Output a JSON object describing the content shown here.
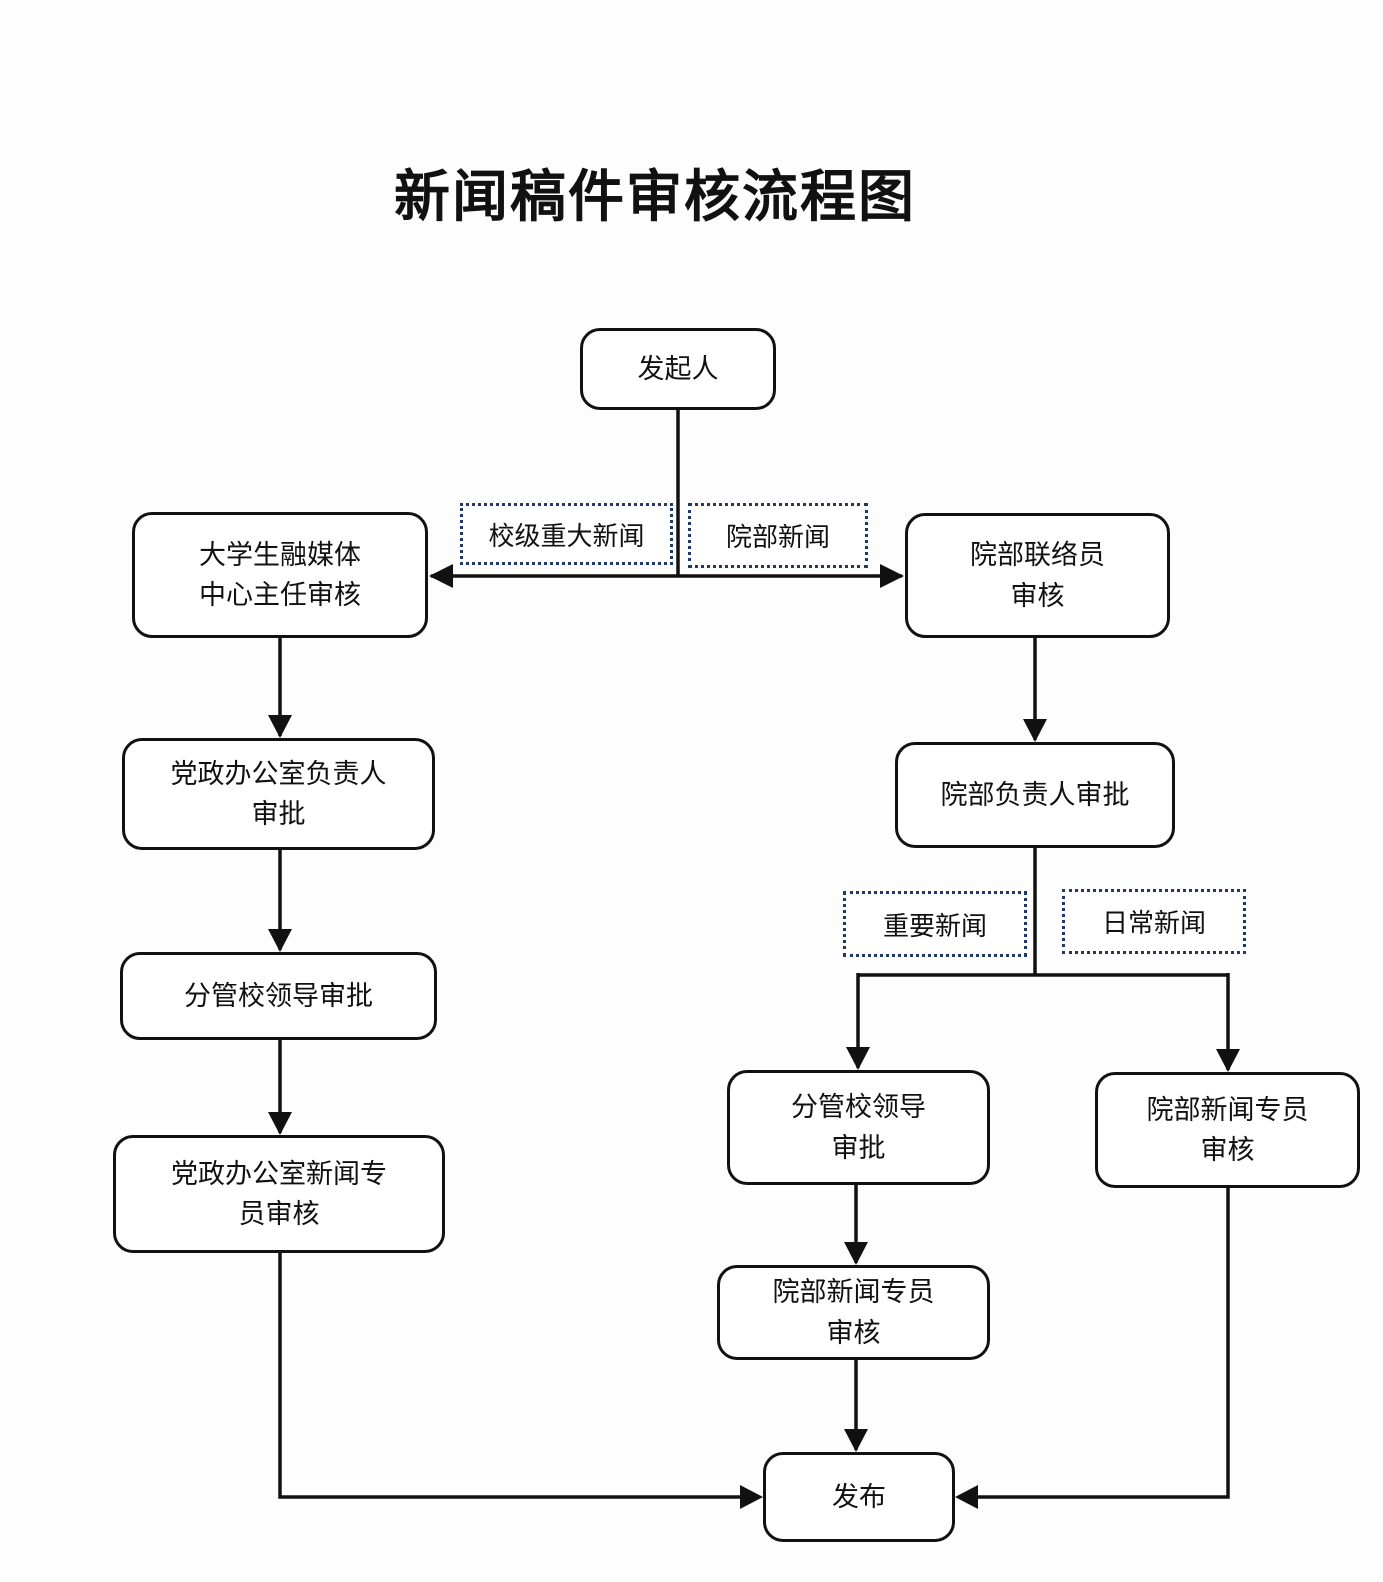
{
  "title": "新闻稿件审核流程图",
  "nodes": [
    {
      "id": "initiator",
      "label": "发起人"
    },
    {
      "id": "media-center-director-review",
      "label": "大学生融媒体\n中心主任审核"
    },
    {
      "id": "dept-liaison-review",
      "label": "院部联络员\n审核"
    },
    {
      "id": "party-office-head-approval",
      "label": "党政办公室负责人\n审批"
    },
    {
      "id": "school-leader-approval-left",
      "label": "分管校领导审批"
    },
    {
      "id": "party-office-news-officer-review",
      "label": "党政办公室新闻专\n员审核"
    },
    {
      "id": "dept-head-approval",
      "label": "院部负责人审批"
    },
    {
      "id": "school-leader-approval-right",
      "label": "分管校领导\n审批"
    },
    {
      "id": "dept-news-officer-review-right",
      "label": "院部新闻专员\n审核"
    },
    {
      "id": "dept-news-officer-review-middle",
      "label": "院部新闻专员\n审核"
    },
    {
      "id": "publish",
      "label": "发布"
    }
  ],
  "branch_labels": [
    {
      "id": "school-major-news",
      "label": "校级重大新闻"
    },
    {
      "id": "dept-news",
      "label": "院部新闻"
    },
    {
      "id": "important-news",
      "label": "重要新闻"
    },
    {
      "id": "daily-news",
      "label": "日常新闻"
    }
  ],
  "edges": [
    {
      "from": "initiator",
      "to": "media-center-director-review",
      "condition": "校级重大新闻"
    },
    {
      "from": "initiator",
      "to": "dept-liaison-review",
      "condition": "院部新闻"
    },
    {
      "from": "media-center-director-review",
      "to": "party-office-head-approval"
    },
    {
      "from": "party-office-head-approval",
      "to": "school-leader-approval-left"
    },
    {
      "from": "school-leader-approval-left",
      "to": "party-office-news-officer-review"
    },
    {
      "from": "party-office-news-officer-review",
      "to": "publish"
    },
    {
      "from": "dept-liaison-review",
      "to": "dept-head-approval"
    },
    {
      "from": "dept-head-approval",
      "to": "school-leader-approval-right",
      "condition": "重要新闻"
    },
    {
      "from": "dept-head-approval",
      "to": "dept-news-officer-review-right",
      "condition": "日常新闻"
    },
    {
      "from": "school-leader-approval-right",
      "to": "dept-news-officer-review-middle"
    },
    {
      "from": "dept-news-officer-review-middle",
      "to": "publish"
    },
    {
      "from": "dept-news-officer-review-right",
      "to": "publish"
    }
  ],
  "colors": {
    "page_bg": "#fdfdfd",
    "box_bg": "#ffffff",
    "box_border": "#111111",
    "line_color": "#111111",
    "dotted_border": "#1F3864",
    "text_color": "#111111"
  }
}
